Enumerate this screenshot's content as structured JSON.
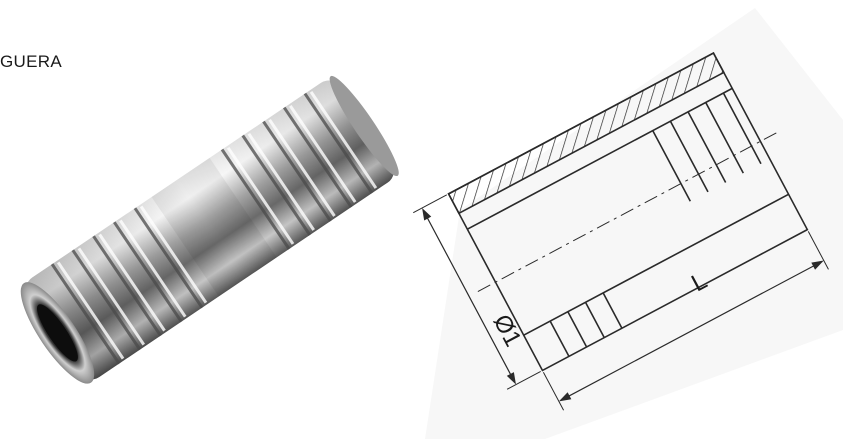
{
  "caption": "GUERA",
  "photo": {
    "subject": "hose-barb-connector-photo"
  },
  "drawing": {
    "dim_diameter_label": "Ø1",
    "dim_length_label": "L"
  },
  "colors": {
    "metal_light": "#f4f4f4",
    "metal_mid": "#b9b9b9",
    "metal_dark": "#3a3a3a",
    "line": "#2a2a2a"
  }
}
